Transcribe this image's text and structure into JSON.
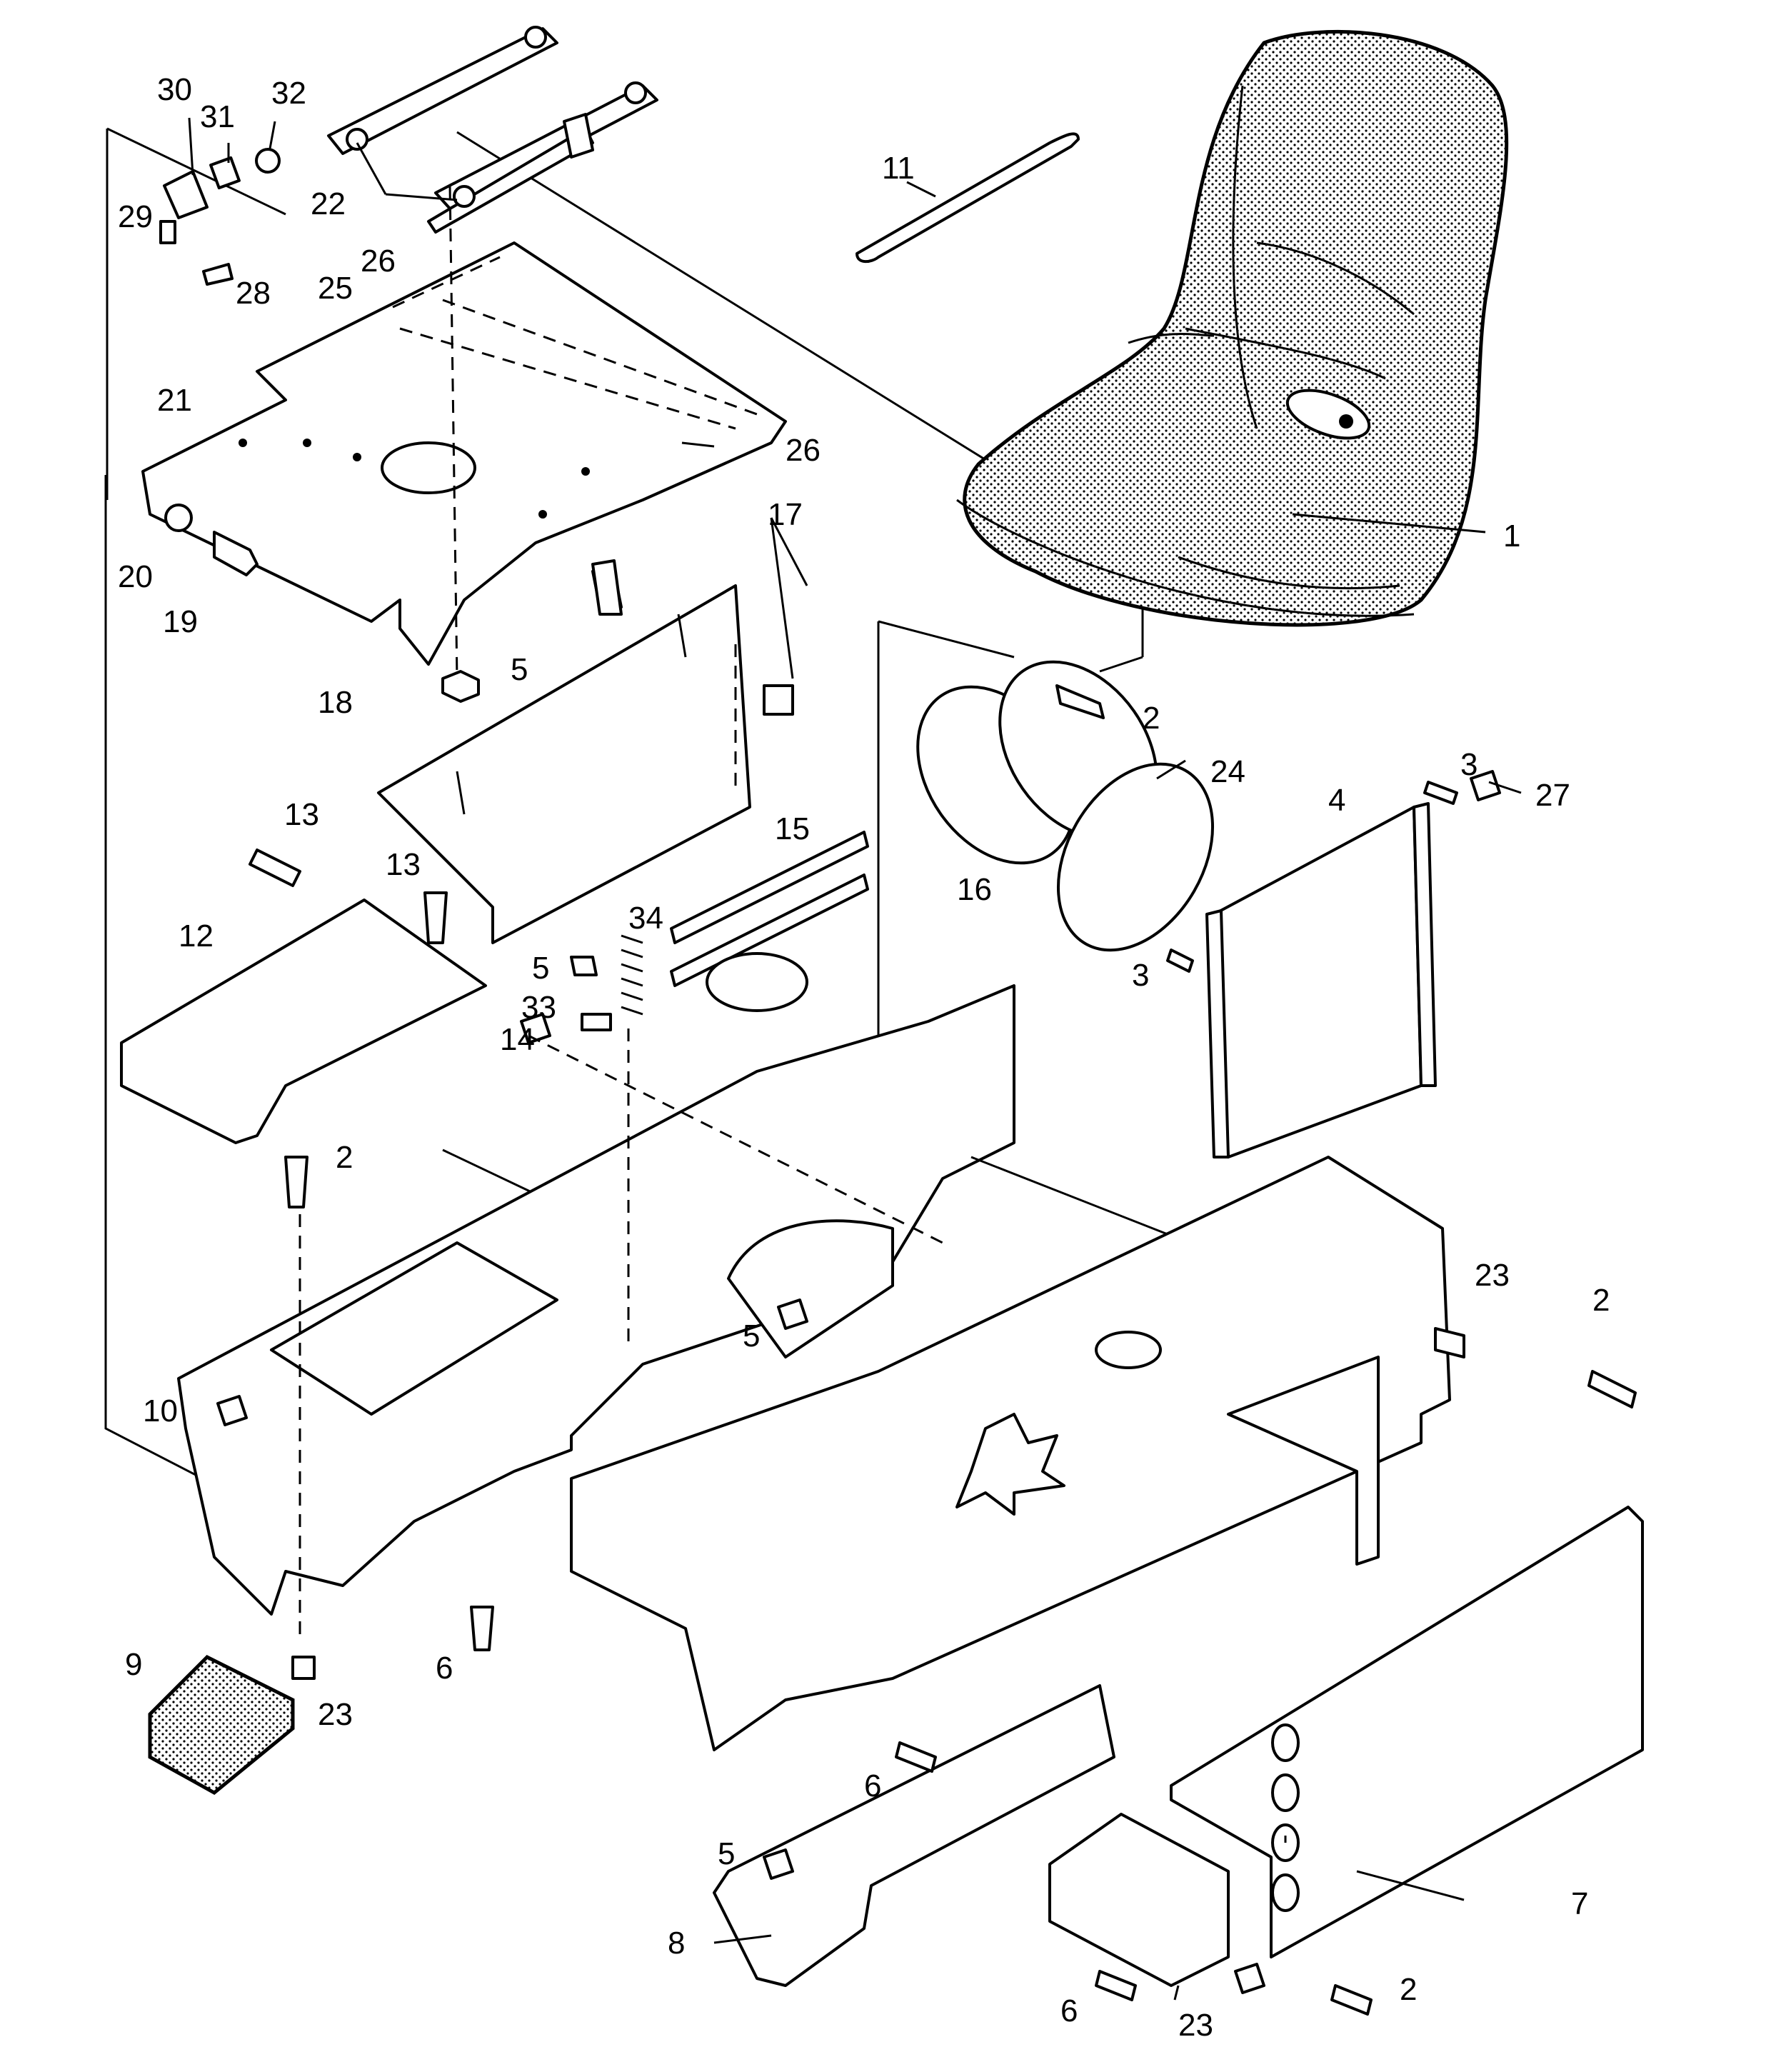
{
  "callouts": [
    {
      "id": "c30",
      "text": "30"
    },
    {
      "id": "c31",
      "text": "31"
    },
    {
      "id": "c32",
      "text": "32"
    },
    {
      "id": "c22",
      "text": "22"
    },
    {
      "id": "c11",
      "text": "11"
    },
    {
      "id": "c29",
      "text": "29"
    },
    {
      "id": "c28",
      "text": "28"
    },
    {
      "id": "c26a",
      "text": "26"
    },
    {
      "id": "c25",
      "text": "25"
    },
    {
      "id": "c21",
      "text": "21"
    },
    {
      "id": "c26b",
      "text": "26"
    },
    {
      "id": "c1",
      "text": "1"
    },
    {
      "id": "c20",
      "text": "20"
    },
    {
      "id": "c19",
      "text": "19"
    },
    {
      "id": "c17",
      "text": "17"
    },
    {
      "id": "c5a",
      "text": "5"
    },
    {
      "id": "c2a",
      "text": "2"
    },
    {
      "id": "c18",
      "text": "18"
    },
    {
      "id": "c24",
      "text": "24"
    },
    {
      "id": "c3a",
      "text": "3"
    },
    {
      "id": "c27",
      "text": "27"
    },
    {
      "id": "c4",
      "text": "4"
    },
    {
      "id": "c13a",
      "text": "13"
    },
    {
      "id": "c15",
      "text": "15"
    },
    {
      "id": "c13b",
      "text": "13"
    },
    {
      "id": "c34",
      "text": "34"
    },
    {
      "id": "c16",
      "text": "16"
    },
    {
      "id": "c12",
      "text": "12"
    },
    {
      "id": "c5b",
      "text": "5"
    },
    {
      "id": "c3b",
      "text": "3"
    },
    {
      "id": "c33",
      "text": "33"
    },
    {
      "id": "c14",
      "text": "14"
    },
    {
      "id": "c2b",
      "text": "2"
    },
    {
      "id": "c23a",
      "text": "23"
    },
    {
      "id": "c2c",
      "text": "2"
    },
    {
      "id": "c5c",
      "text": "5"
    },
    {
      "id": "c10",
      "text": "10"
    },
    {
      "id": "c6a",
      "text": "6"
    },
    {
      "id": "c9",
      "text": "9"
    },
    {
      "id": "c23b",
      "text": "23"
    },
    {
      "id": "c6b",
      "text": "6"
    },
    {
      "id": "c5d",
      "text": "5"
    },
    {
      "id": "c7",
      "text": "7"
    },
    {
      "id": "c8",
      "text": "8"
    },
    {
      "id": "c6c",
      "text": "6"
    },
    {
      "id": "c23c",
      "text": "23"
    },
    {
      "id": "c2d",
      "text": "2"
    }
  ]
}
